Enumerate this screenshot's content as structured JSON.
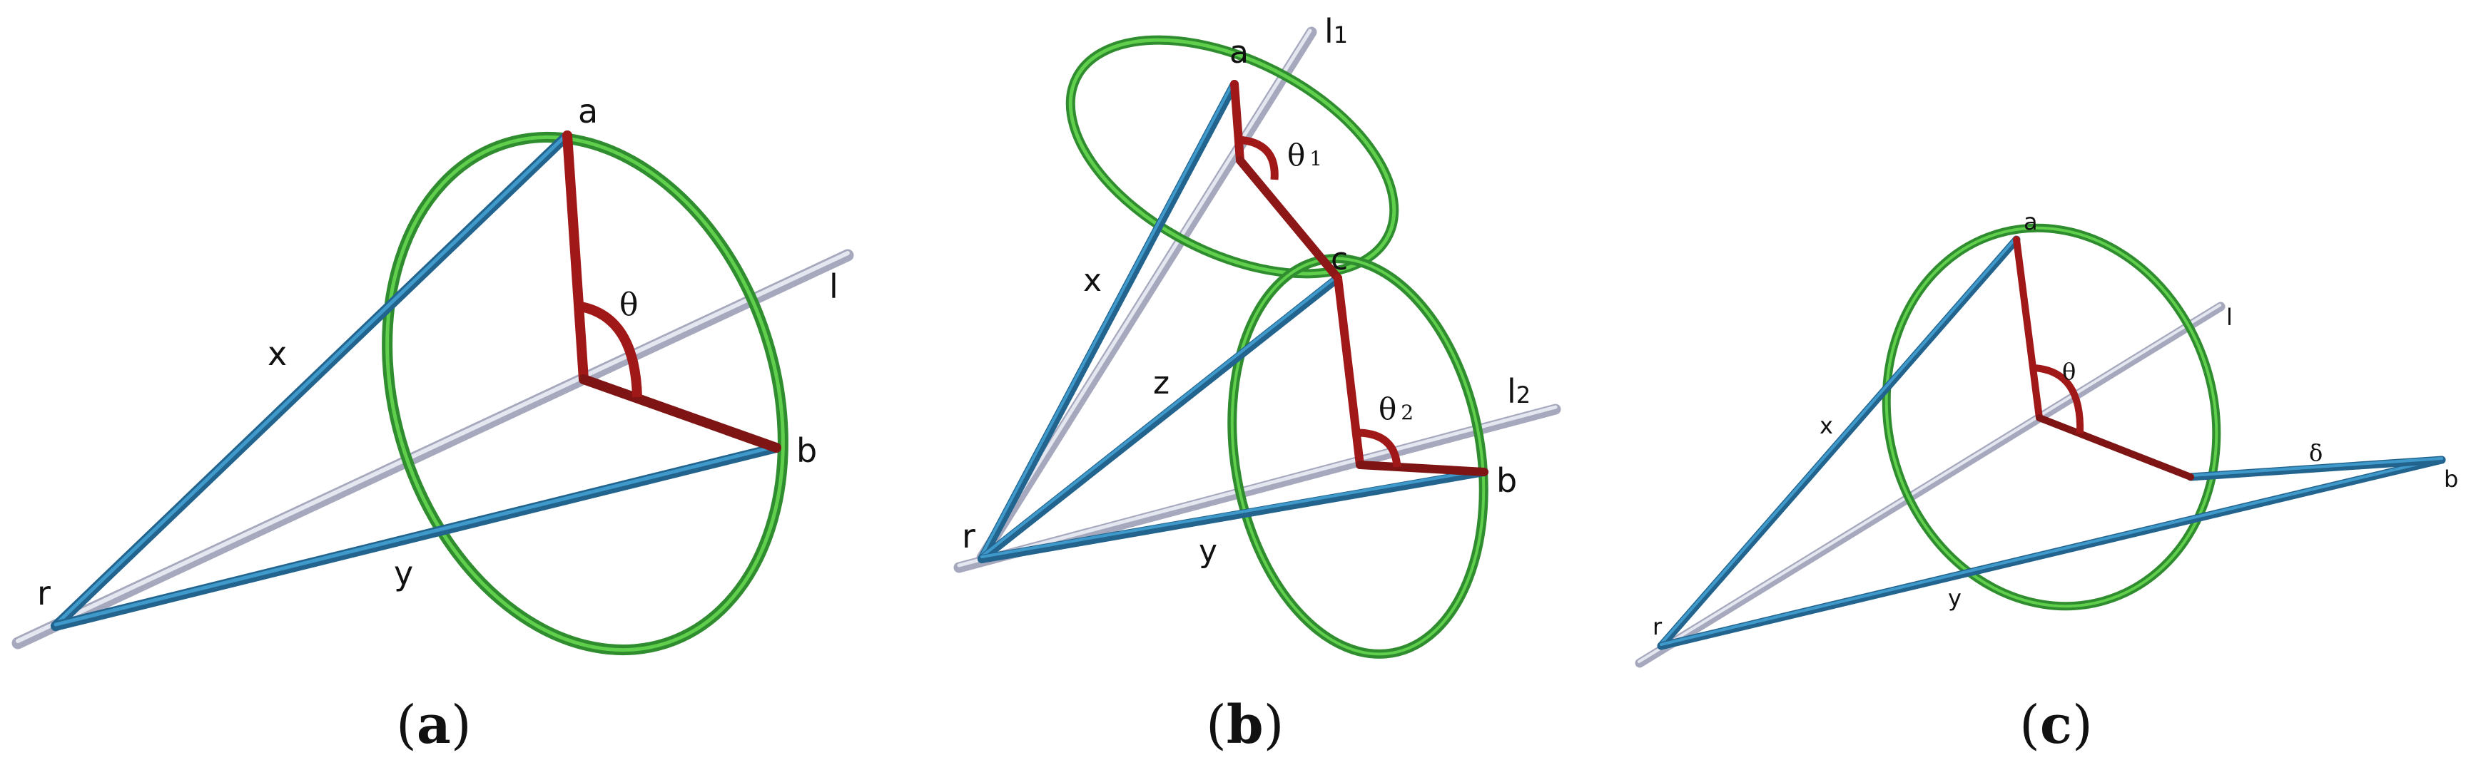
{
  "colors": {
    "axis": "#c9ccdd",
    "segment_blue": "#2a78a8",
    "segment_red": "#b01818",
    "ring_green": "#36a83a"
  },
  "panels": [
    {
      "caption": {
        "open": "(",
        "letter": "a",
        "close": ")"
      },
      "labels": {
        "r": "r",
        "a": "a",
        "b": "b",
        "l": "l",
        "x": "x",
        "y": "y",
        "theta": "θ"
      }
    },
    {
      "caption": {
        "open": "(",
        "letter": "b",
        "close": ")"
      },
      "labels": {
        "r": "r",
        "a": "a",
        "b": "b",
        "c": "c",
        "l1": "l",
        "l1_sub": "1",
        "l2": "l",
        "l2_sub": "2",
        "x": "x",
        "y": "y",
        "z": "z",
        "theta1": "θ",
        "theta1_sub": "1",
        "theta2": "θ",
        "theta2_sub": "2"
      }
    },
    {
      "caption": {
        "open": "(",
        "letter": "c",
        "close": ")"
      },
      "labels": {
        "r": "r",
        "a": "a",
        "b": "b",
        "l": "l",
        "x": "x",
        "y": "y",
        "theta": "θ",
        "delta": "δ"
      }
    }
  ]
}
